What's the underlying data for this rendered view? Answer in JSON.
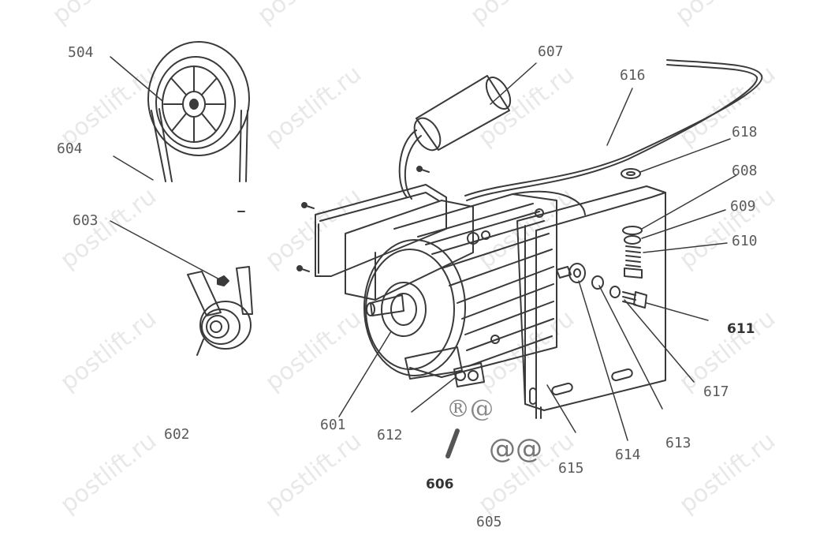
{
  "watermark": "postlift.ru",
  "callouts": {
    "c504": "504",
    "c604": "604",
    "c603": "603",
    "c602": "602",
    "c607": "607",
    "c616": "616",
    "c618": "618",
    "c608": "608",
    "c609": "609",
    "c610": "610",
    "c611": "611",
    "c617": "617",
    "c613": "613",
    "c614": "614",
    "c615": "615",
    "c601": "601",
    "c612": "612",
    "c606": "606",
    "c605": "605"
  },
  "stamps": {
    "registered_at": "®@",
    "double_at": "@@"
  },
  "colors": {
    "line": "#3a3a3a",
    "label": "#5a5a5a",
    "watermark": "#969696"
  }
}
